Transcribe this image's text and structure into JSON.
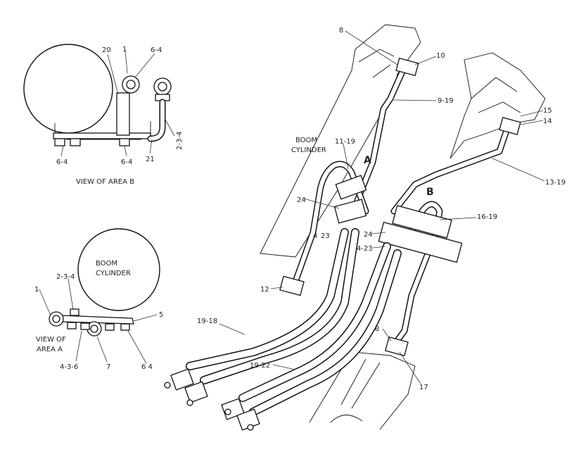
{
  "diagram": {
    "callouts": {
      "c8_top": "8",
      "c10": "10",
      "c9_19": "9-19",
      "c15": "15",
      "c14": "14",
      "c13_19": "13-19",
      "c11_19": "11-19",
      "c24_a": "24",
      "c4_a": "4",
      "c23_a": "23",
      "c16_19": "16-19",
      "c24_b": "24",
      "c4_23_b": "4-23",
      "c12": "12",
      "c19_18": "19-18",
      "c19_22": "19-22",
      "c8_bot": "8",
      "c17": "17",
      "cB_1": "1",
      "cB_20": "20",
      "cB_6_4_top": "6-4",
      "cB_6_4_left": "6-4",
      "cB_6_4_mid": "6-4",
      "cB_21": "21",
      "cB_2_3_4": "2-3-4",
      "cA_2_3_4": "2-3-4",
      "cA_1": "1",
      "cA_5": "5",
      "cA_4_3_6": "4-3-6",
      "cA_7": "7",
      "cA_6_4": "6 4"
    },
    "letters": {
      "A": "A",
      "B": "B"
    },
    "labels": {
      "boom_cylinder_main_1": "BOOM",
      "boom_cylinder_main_2": "CYLINDER",
      "boom_cylinder_a_1": "BOOM",
      "boom_cylinder_a_2": "CYLINDER",
      "view_area_b": "VIEW OF AREA B",
      "view_area_a_1": "VIEW OF",
      "view_area_a_2": "AREA A"
    }
  }
}
